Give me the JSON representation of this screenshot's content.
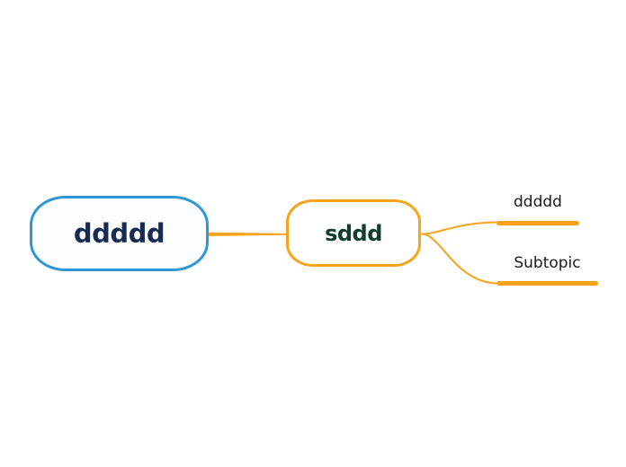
{
  "title": "Mind map",
  "colors": {
    "canvas_bg": "#FFFFFF",
    "root_border": "#2E96D5",
    "root_fill": "#FCFEFD",
    "root_text": "#182B52",
    "child_border": "#FAA21A",
    "child_text": "#0F3D2E",
    "branch_orange": "#FAA21A",
    "subtopic_text": "#1B1B1B"
  },
  "nodes": {
    "root": {
      "label": "ddddd"
    },
    "child": {
      "label": "sddd"
    },
    "subtopics": [
      {
        "label": "ddddd"
      },
      {
        "label": "Subtopic"
      }
    ]
  }
}
